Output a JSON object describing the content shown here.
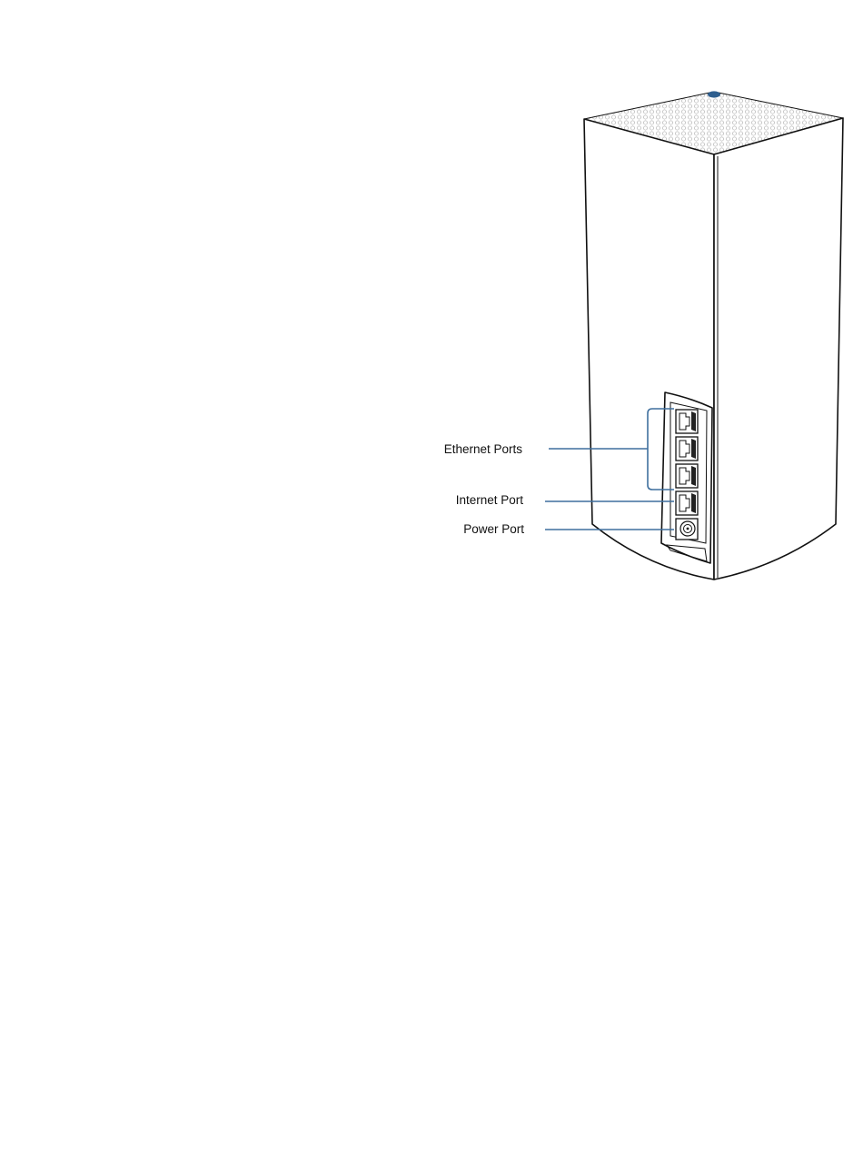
{
  "device": {
    "name": "router-node"
  },
  "callouts": {
    "ethernet": "Ethernet Ports",
    "internet": "Internet Port",
    "power": "Power Port"
  },
  "colors": {
    "callout_line": "#3f6f9e",
    "status_light": "#2f5f8f",
    "outline": "#111111"
  }
}
